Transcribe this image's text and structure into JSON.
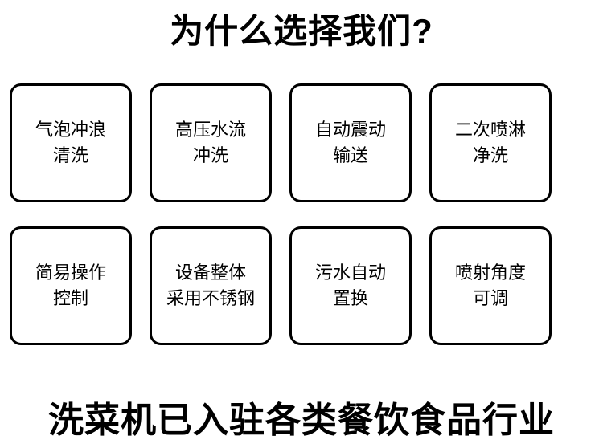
{
  "header": {
    "title": "为什么选择我们?"
  },
  "features": {
    "rows": [
      [
        {
          "text": "气泡冲浪\n清洗"
        },
        {
          "text": "高压水流\n冲洗"
        },
        {
          "text": "自动震动\n输送"
        },
        {
          "text": "二次喷淋\n净洗"
        }
      ],
      [
        {
          "text": "简易操作\n控制"
        },
        {
          "text": "设备整体\n采用不锈钢"
        },
        {
          "text": "污水自动\n置换"
        },
        {
          "text": "喷射角度\n可调"
        }
      ]
    ]
  },
  "footer": {
    "text": "洗菜机已入驻各类餐饮食品行业"
  },
  "colors": {
    "background": "#ffffff",
    "text": "#000000",
    "card_border": "#000000"
  }
}
